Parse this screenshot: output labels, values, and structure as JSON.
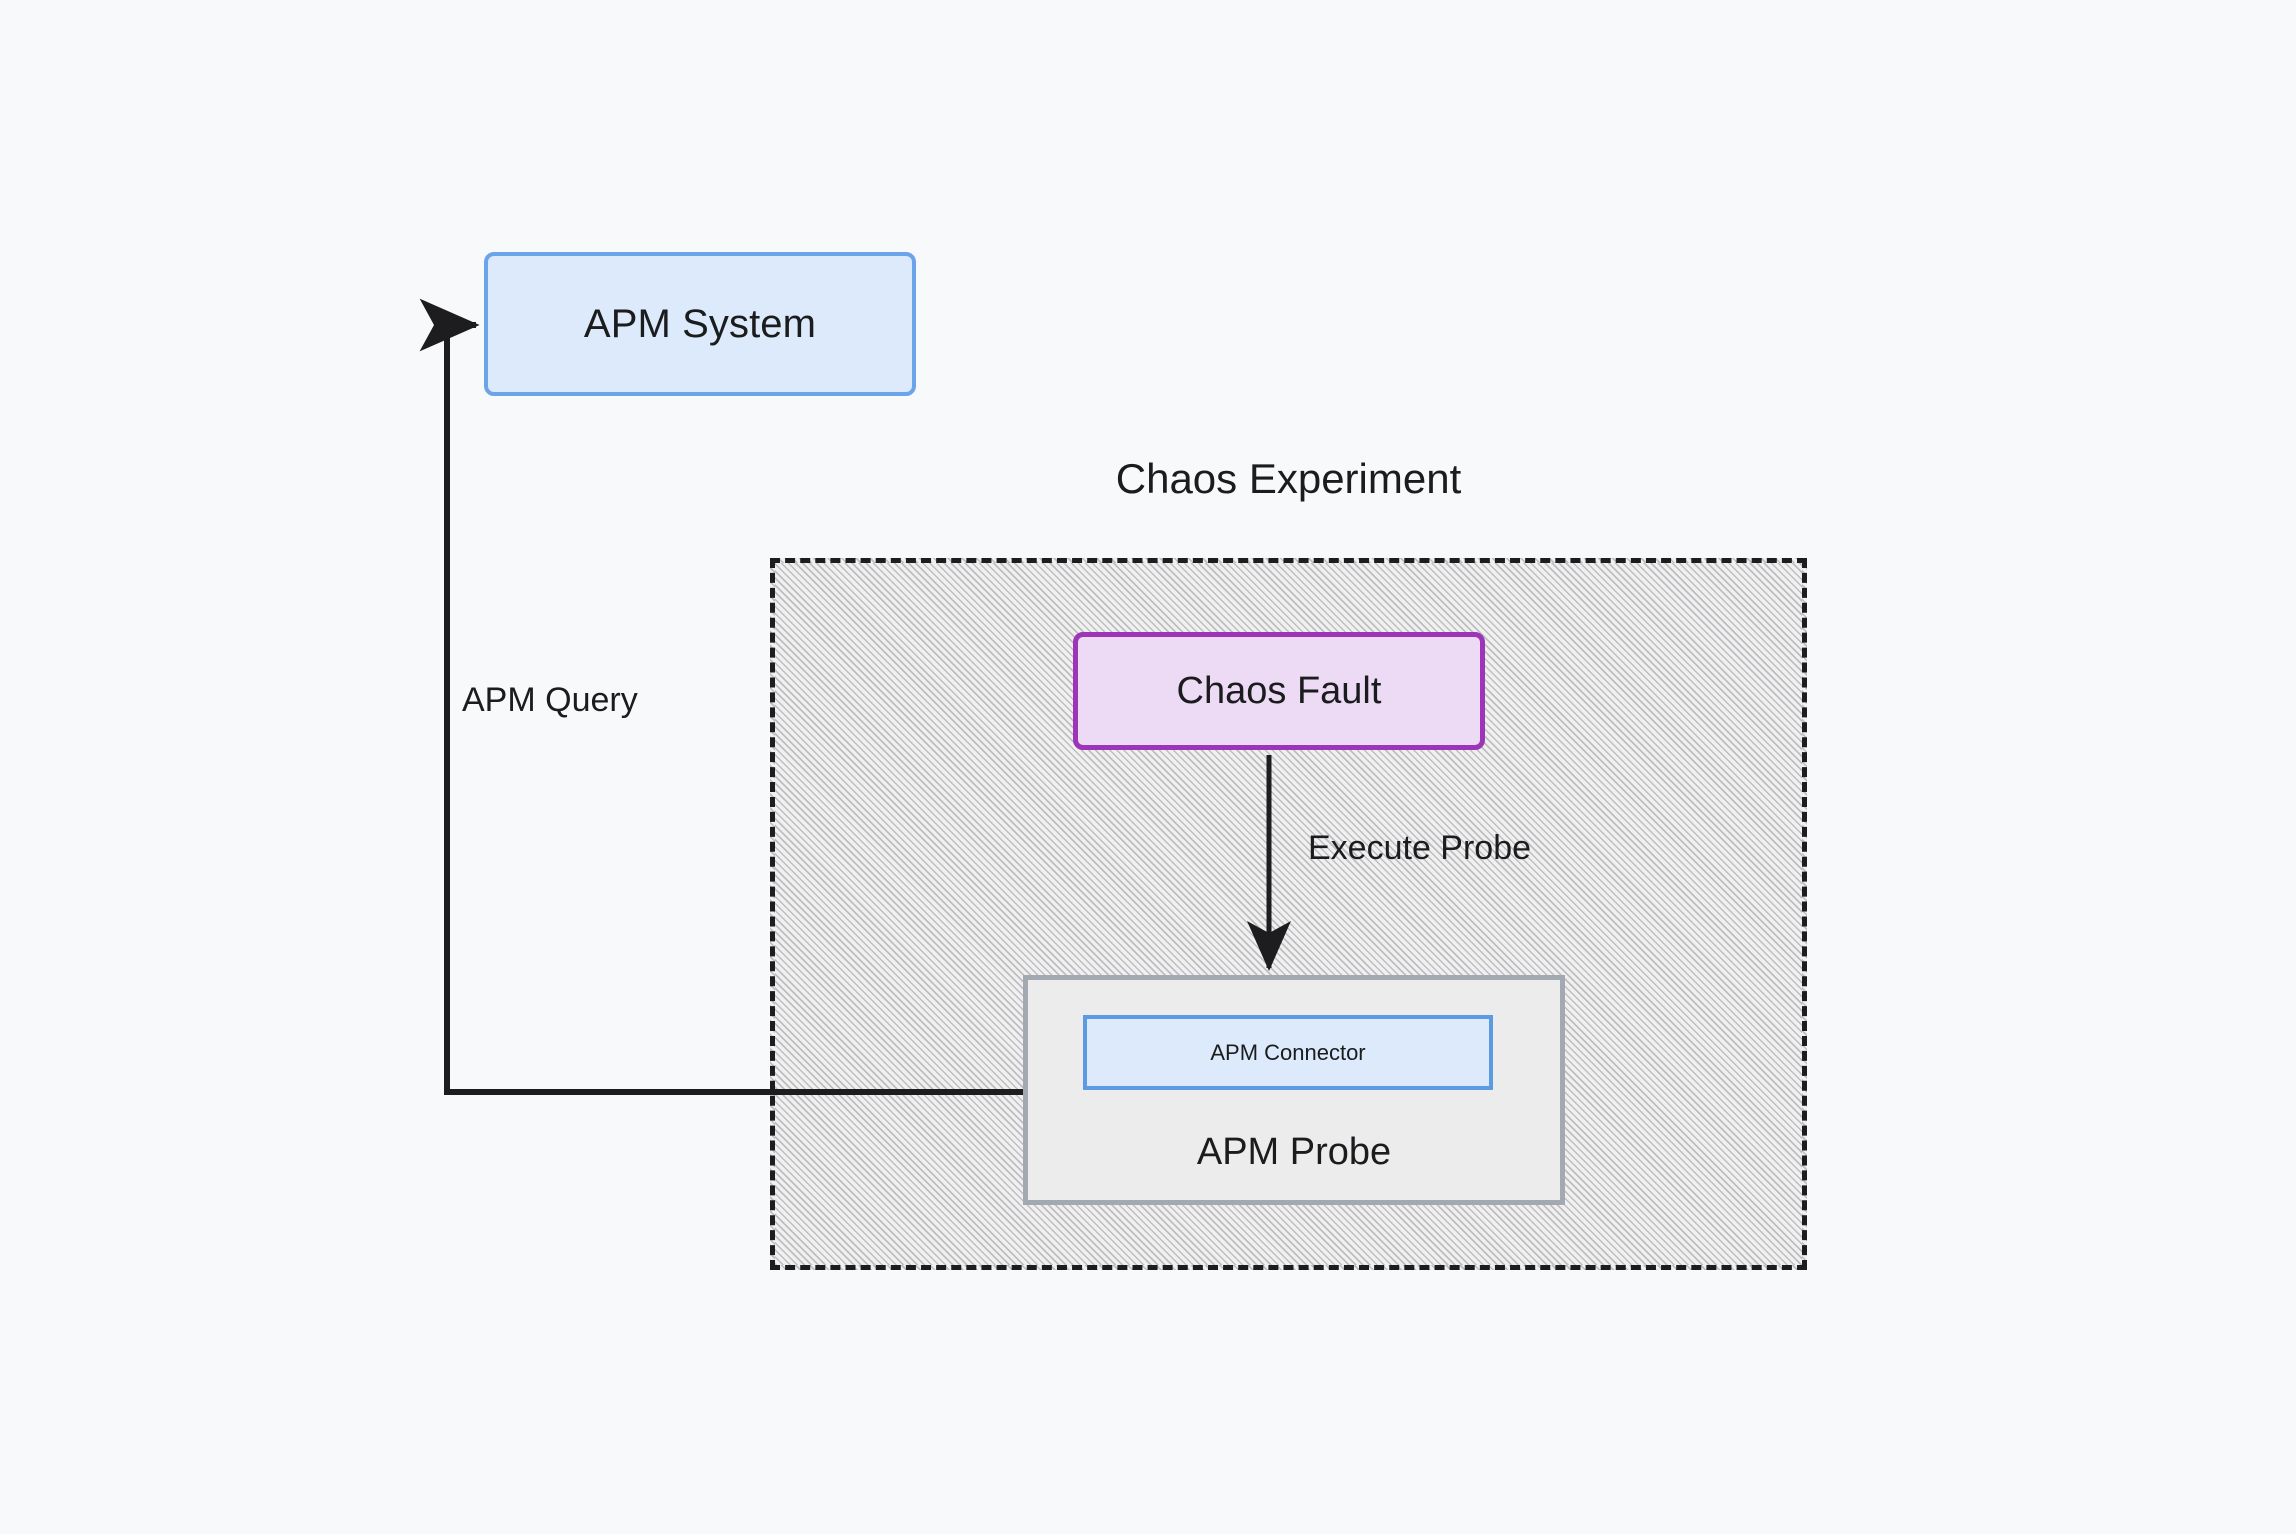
{
  "diagram": {
    "title": "Chaos Experiment",
    "background_color": "#f8f9fb",
    "nodes": {
      "apm_system": {
        "label": "APM System",
        "fill": "#ddeafb",
        "stroke": "#6ba4e8"
      },
      "chaos_experiment": {
        "label": "Chaos Experiment",
        "fill": "#f0f0f0",
        "stroke": "#1d1d20",
        "border_style": "dashed",
        "pattern": "diagonal-hatch"
      },
      "chaos_fault": {
        "label": "Chaos Fault",
        "fill": "#eddaf5",
        "stroke": "#9c35b8"
      },
      "apm_probe": {
        "label": "APM Probe",
        "fill": "#ececec",
        "stroke": "#a3a9b1"
      },
      "apm_connector": {
        "label": "APM Connector",
        "fill": "#ddeafb",
        "stroke": "#5c9ae4"
      }
    },
    "edges": [
      {
        "id": "execute-probe",
        "label": "Execute Probe",
        "from": "chaos_fault",
        "to": "apm_probe",
        "stroke": "#1d1d20",
        "arrowhead": true
      },
      {
        "id": "apm-query",
        "label": "APM Query",
        "from": "apm_connector",
        "to": "apm_system",
        "stroke": "#1d1d20",
        "arrowhead": true
      }
    ]
  }
}
